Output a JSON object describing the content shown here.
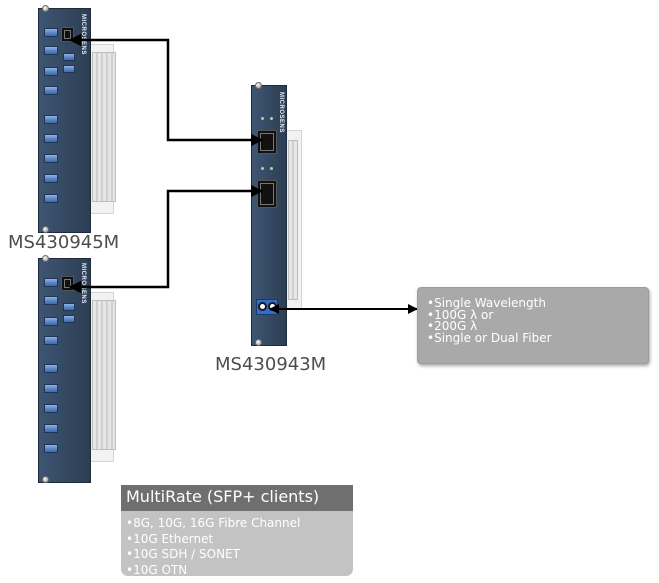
{
  "devices": {
    "top_card_label": "MS430945M",
    "center_card_label": "MS430943M",
    "bottom_card_label": "",
    "brand_text": "MICROSENS"
  },
  "line_info": {
    "items": [
      "•Single Wavelength",
      "•100G λ or",
      "•200G λ",
      "•Single or Dual Fiber"
    ]
  },
  "multirate": {
    "title": "MultiRate (SFP+ clients)",
    "items": [
      "•8G, 10G, 16G Fibre Channel",
      "•10G Ethernet",
      "•10G SDH / SONET",
      "•10G OTN"
    ]
  },
  "colors": {
    "panel": "#3a4f6b",
    "port_blue": "#5a86c4",
    "info_box": "#a9a9a9",
    "multirate_header": "#6f6f6f",
    "multirate_body": "#c3c3c3",
    "connector_line": "#000000"
  }
}
